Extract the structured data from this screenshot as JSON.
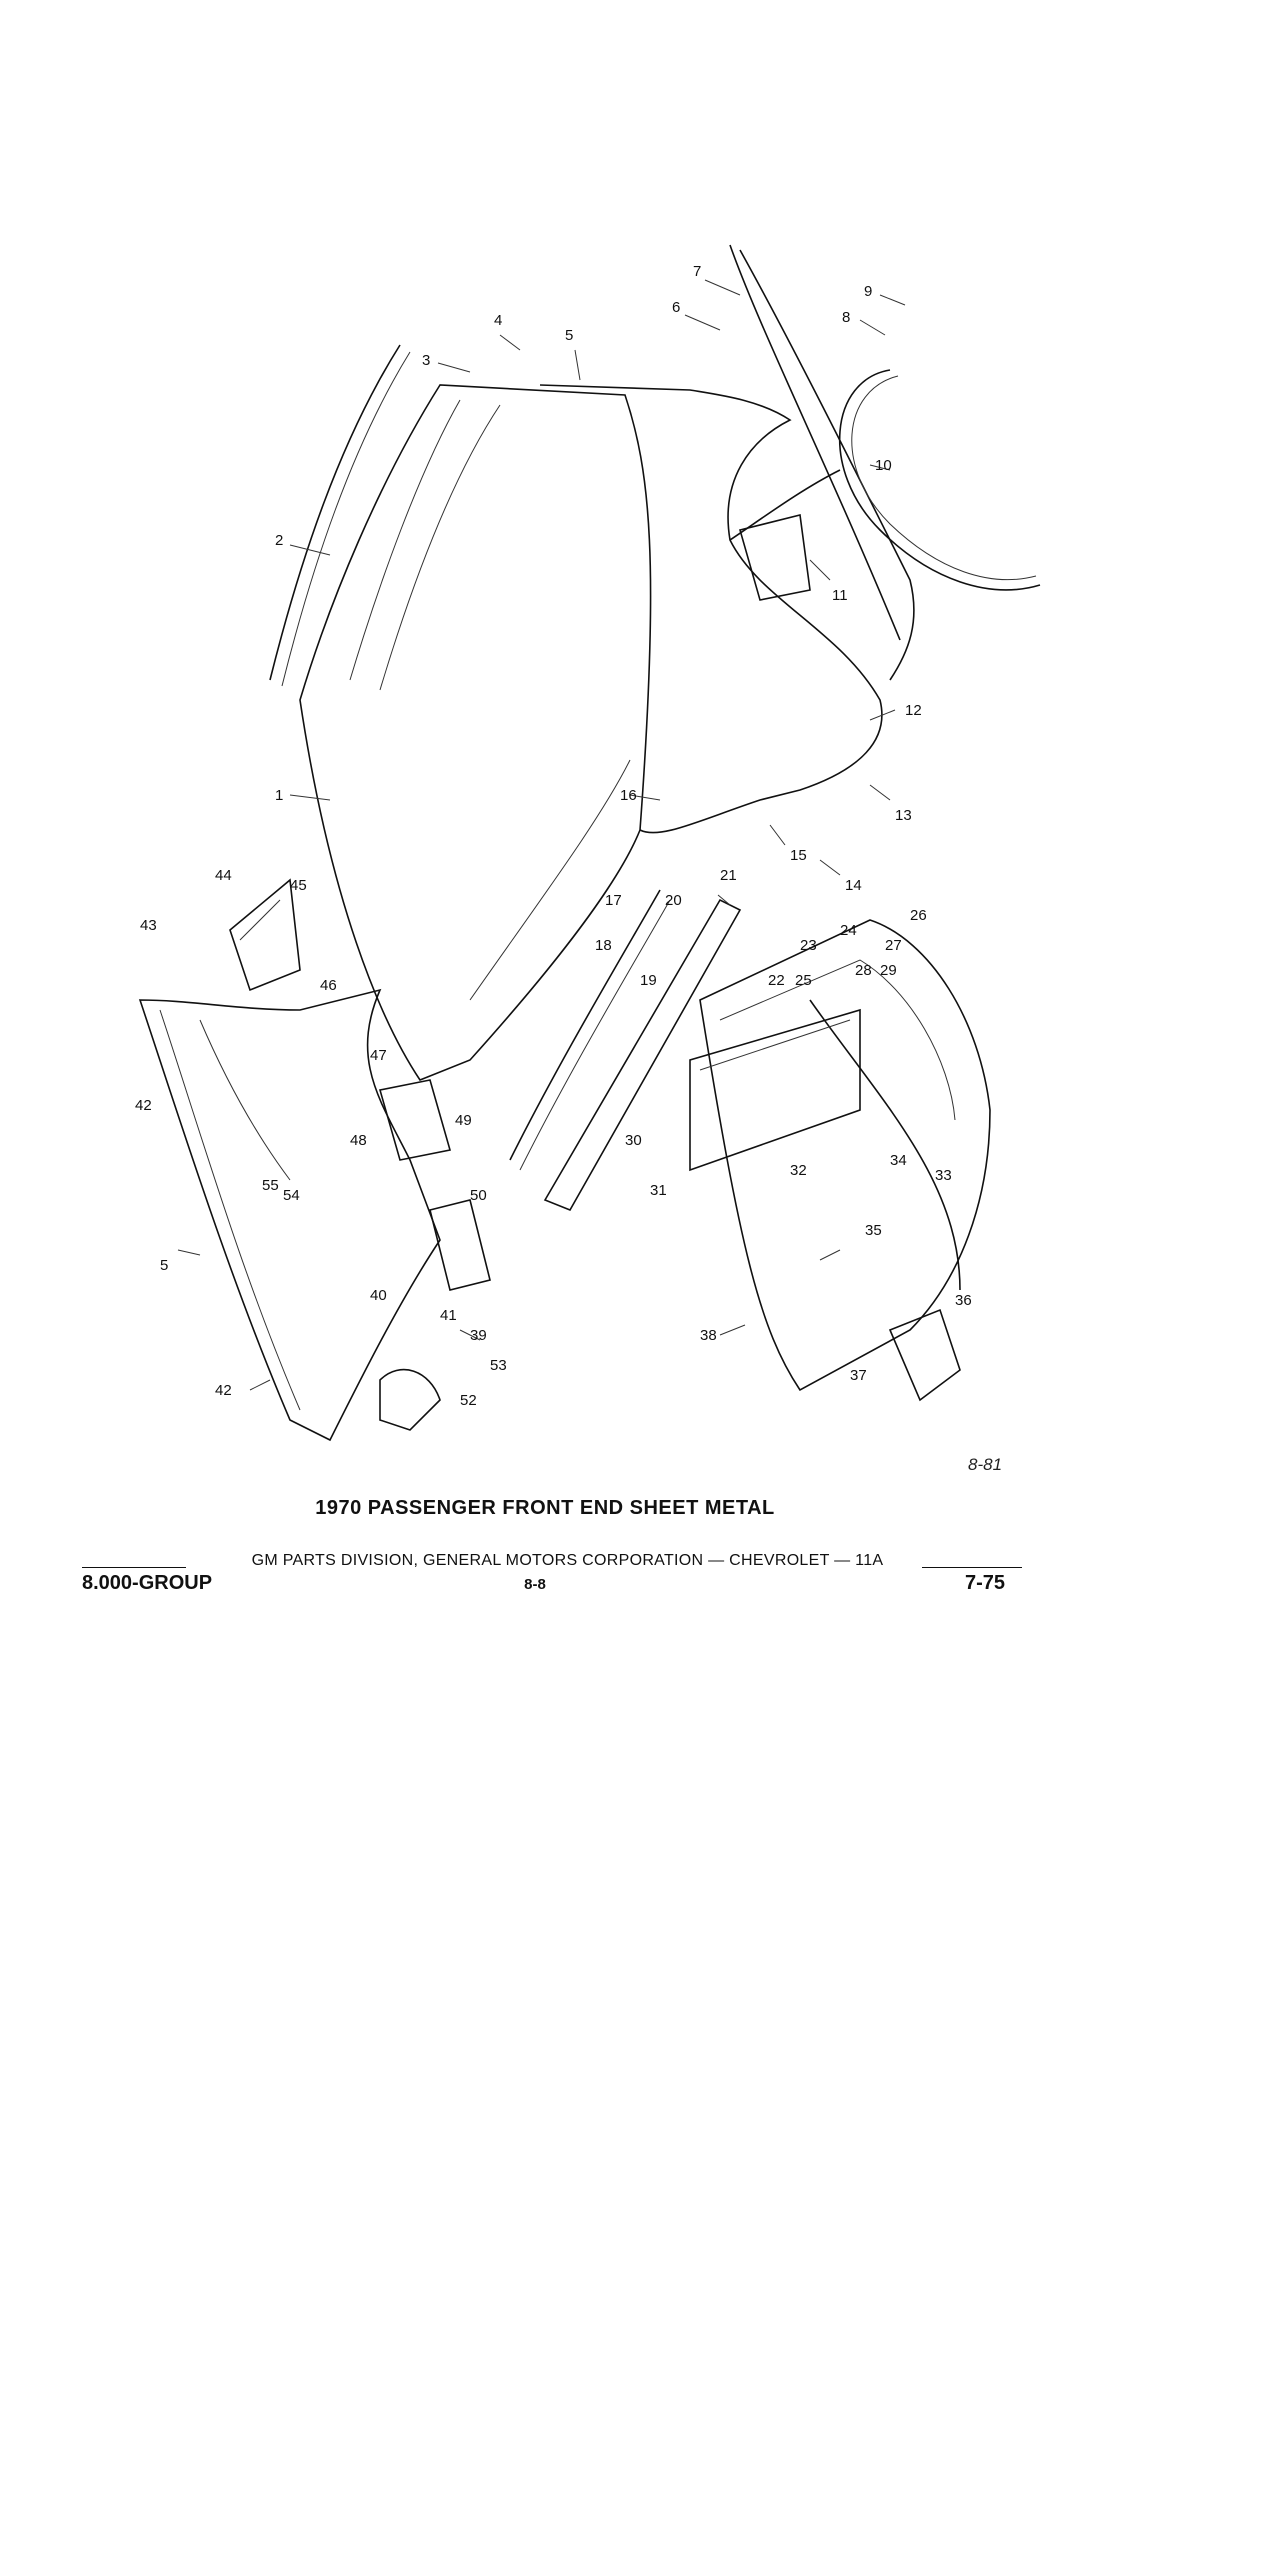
{
  "figure": {
    "ref": "8-81",
    "caption": "1970 PASSENGER FRONT END SHEET METAL",
    "callouts": [
      "1",
      "2",
      "3",
      "4",
      "5",
      "5",
      "6",
      "7",
      "8",
      "9",
      "10",
      "11",
      "12",
      "13",
      "14",
      "15",
      "16",
      "17",
      "18",
      "19",
      "20",
      "21",
      "22",
      "23",
      "24",
      "25",
      "26",
      "27",
      "28",
      "29",
      "30",
      "31",
      "32",
      "33",
      "34",
      "35",
      "36",
      "37",
      "38",
      "39",
      "40",
      "41",
      "42",
      "42",
      "43",
      "44",
      "45",
      "46",
      "47",
      "48",
      "49",
      "50",
      "52",
      "53",
      "54",
      "55"
    ]
  },
  "footer": {
    "division": "GM PARTS DIVISION, GENERAL MOTORS CORPORATION — CHEVROLET — 11A",
    "group": "8.000-GROUP",
    "page_center": "8-8",
    "page_right": "7-75"
  }
}
